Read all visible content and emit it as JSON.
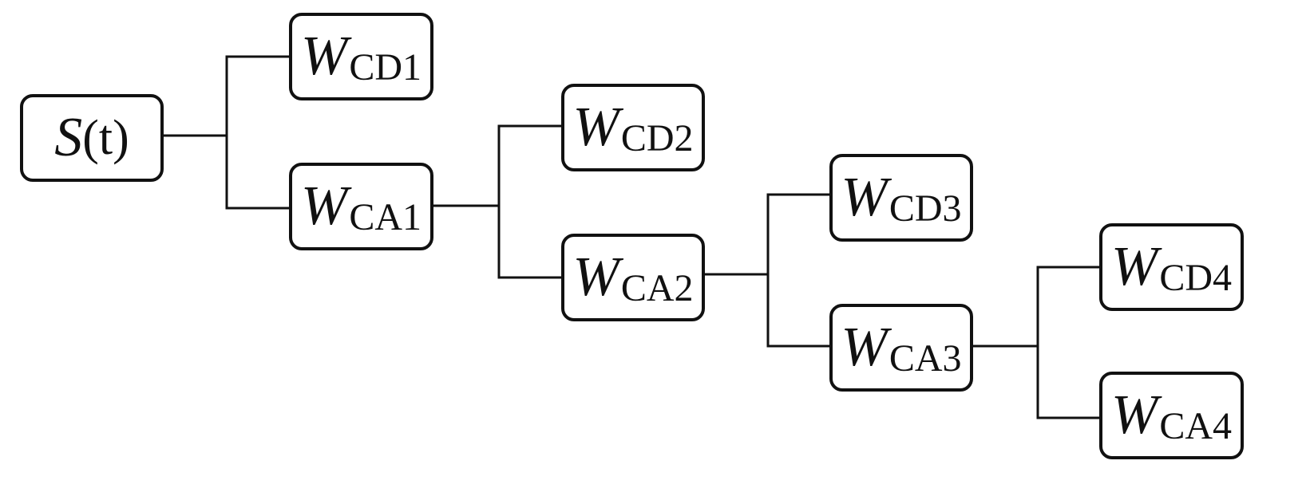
{
  "nodes": {
    "s": {
      "symbol": "S",
      "arg": "(t)"
    },
    "cd1": {
      "symbol": "W",
      "sub": "CD1"
    },
    "ca1": {
      "symbol": "W",
      "sub": "CA1"
    },
    "cd2": {
      "symbol": "W",
      "sub": "CD2"
    },
    "ca2": {
      "symbol": "W",
      "sub": "CA2"
    },
    "cd3": {
      "symbol": "W",
      "sub": "CD3"
    },
    "ca3": {
      "symbol": "W",
      "sub": "CA3"
    },
    "cd4": {
      "symbol": "W",
      "sub": "CD4"
    },
    "ca4": {
      "symbol": "W",
      "sub": "CA4"
    }
  },
  "edges": [
    [
      "s",
      "cd1"
    ],
    [
      "s",
      "ca1"
    ],
    [
      "ca1",
      "cd2"
    ],
    [
      "ca1",
      "ca2"
    ],
    [
      "ca2",
      "cd3"
    ],
    [
      "ca2",
      "ca3"
    ],
    [
      "ca3",
      "cd4"
    ],
    [
      "ca3",
      "ca4"
    ]
  ]
}
